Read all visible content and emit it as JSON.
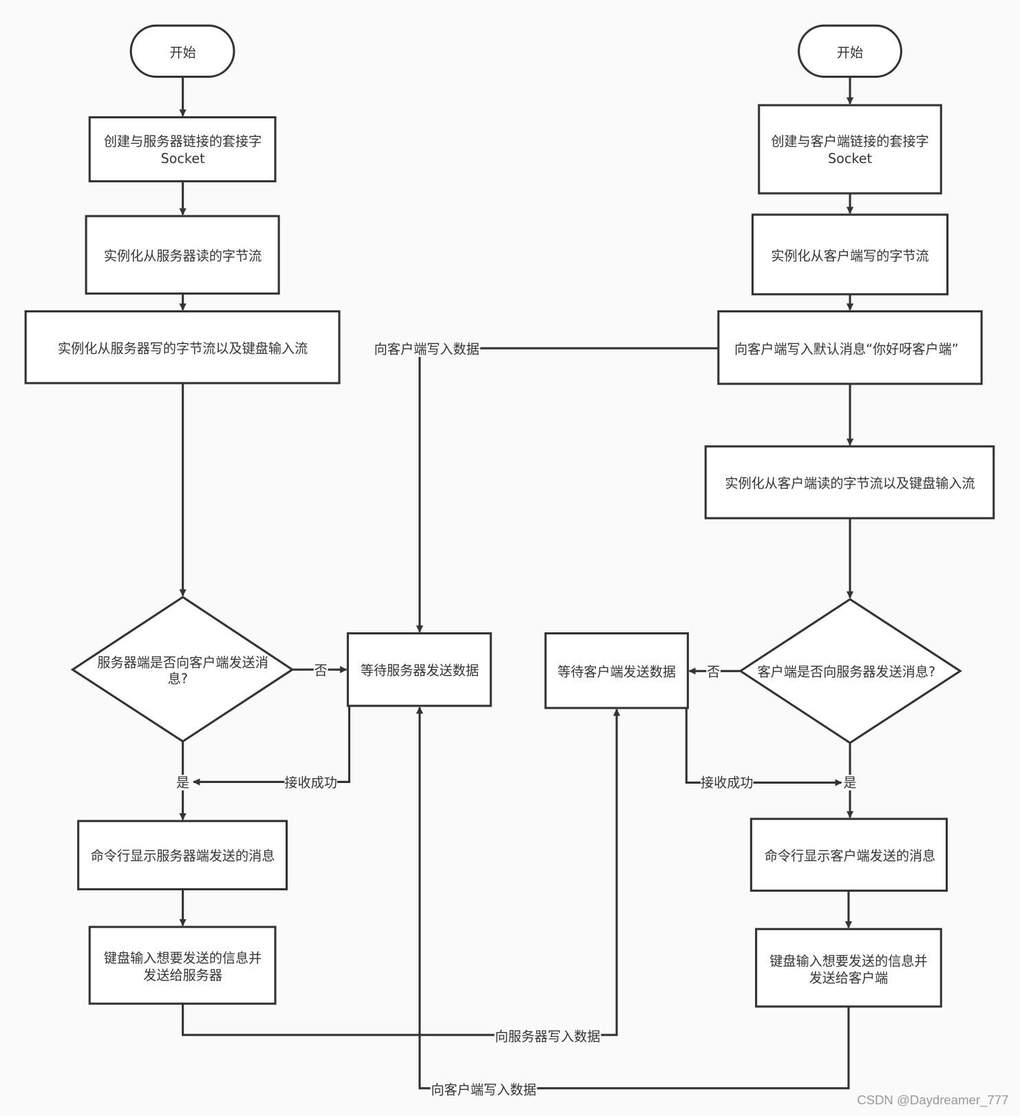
{
  "server": {
    "start": "开始",
    "create_socket": [
      "创建与服务器链接的套接字",
      "Socket"
    ],
    "read_stream": "实例化从服务器读的字节流",
    "write_stream": "实例化从服务器写的字节流以及键盘输入流",
    "decision": [
      "服务器端是否向客户端发送消",
      "息?"
    ],
    "wait": "等待服务器发送数据",
    "display": "命令行显示服务器端发送的消息",
    "input_send": [
      "键盘输入想要发送的信息并",
      "发送给服务器"
    ]
  },
  "client": {
    "start": "开始",
    "create_socket": [
      "创建与客户端链接的套接字",
      "Socket"
    ],
    "write_stream": "实例化从客户端写的字节流",
    "default_msg": "向客户端写入默认消息“你好呀客户端”",
    "read_stream": "实例化从客户端读的字节流以及键盘输入流",
    "decision": "客户端是否向服务器发送消息?",
    "wait": "等待客户端发送数据",
    "display": "命令行显示客户端发送的消息",
    "input_send": [
      "键盘输入想要发送的信息并",
      "发送给客户端"
    ]
  },
  "edge_labels": {
    "no_left": "否",
    "no_right": "否",
    "yes_left": "是",
    "yes_right": "是",
    "recv_ok_left": "接收成功",
    "recv_ok_right": "接收成功",
    "write_client_top": "向客户端写入数据",
    "write_server_bottom": "向服务器写入数据",
    "write_client_bottom": "向客户端写入数据"
  },
  "watermark": "CSDN @Daydreamer_777"
}
